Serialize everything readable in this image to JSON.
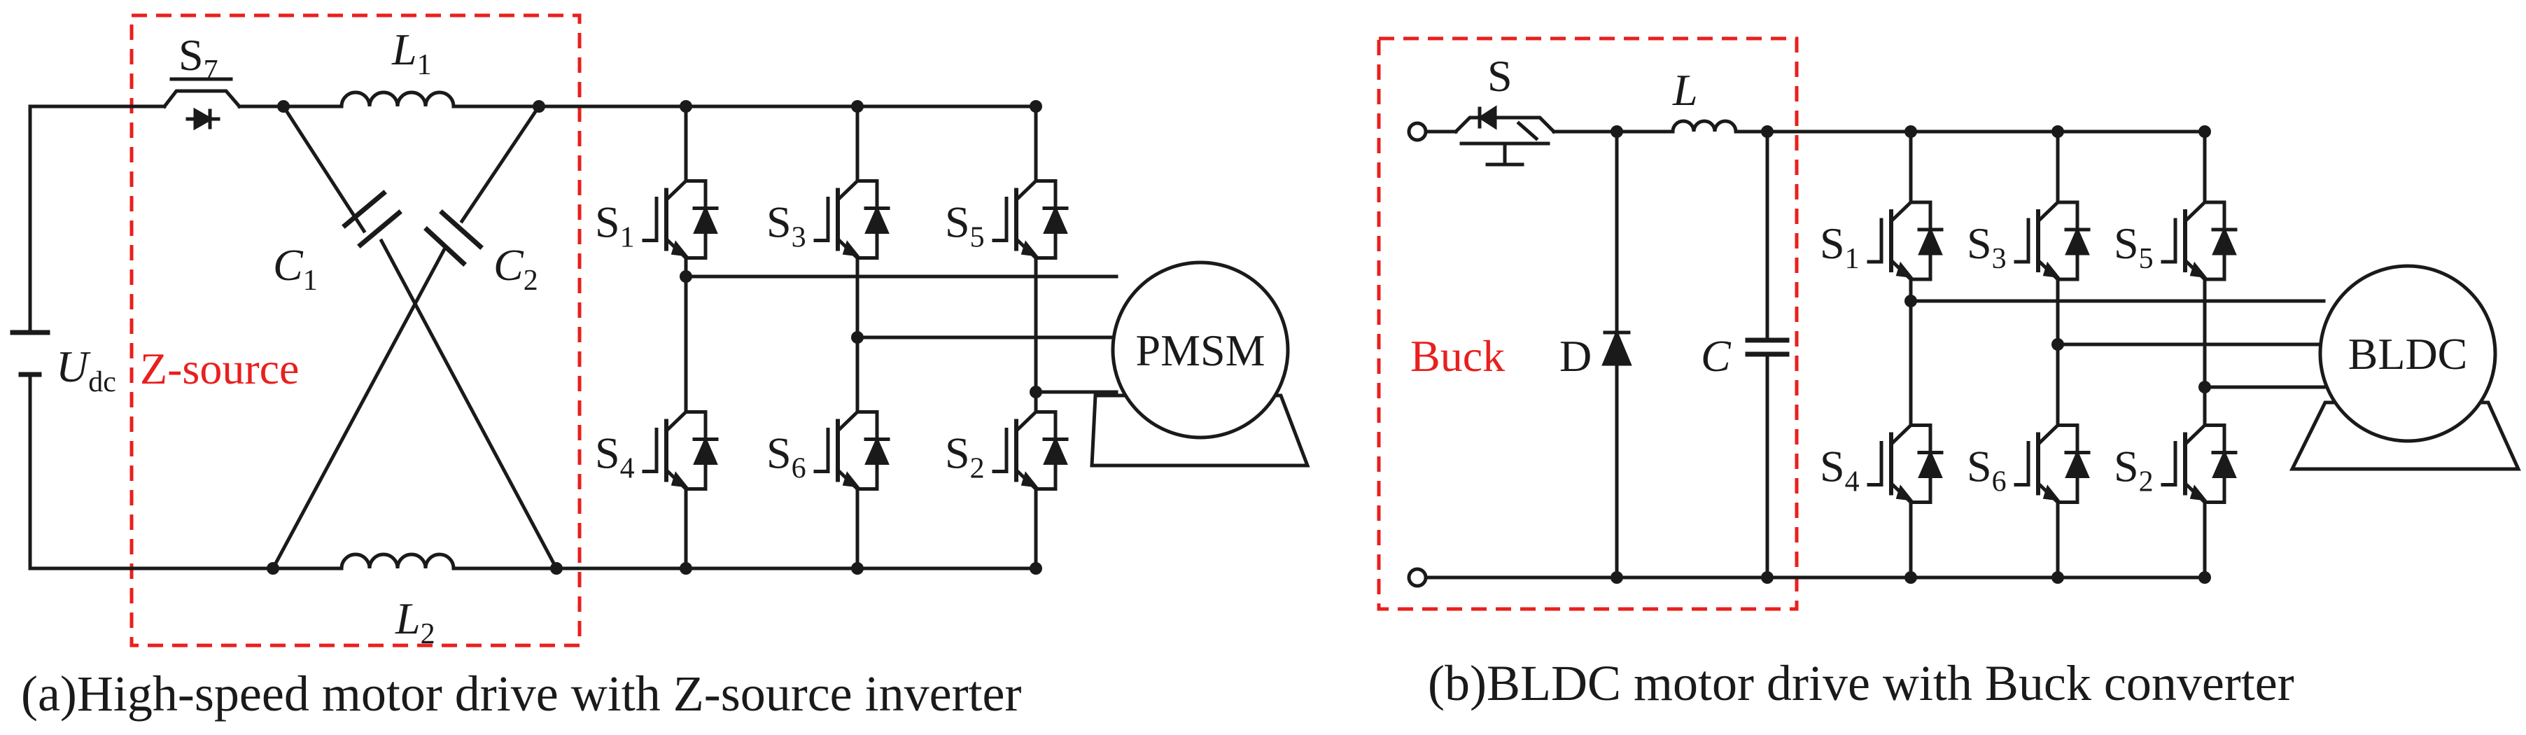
{
  "panel_a": {
    "caption": "(a)High-speed motor drive with Z-source inverter",
    "block_label": "Z-source",
    "motor_label": "PMSM",
    "source": {
      "main": "U",
      "sub": "dc"
    },
    "series_switch": {
      "main": "S",
      "sub": "7"
    },
    "inductor_top": {
      "main": "L",
      "sub": "1"
    },
    "inductor_bottom": {
      "main": "L",
      "sub": "2"
    },
    "capacitor_left": {
      "main": "C",
      "sub": "1"
    },
    "capacitor_right": {
      "main": "C",
      "sub": "2"
    },
    "switches": [
      {
        "main": "S",
        "sub": "1"
      },
      {
        "main": "S",
        "sub": "3"
      },
      {
        "main": "S",
        "sub": "5"
      },
      {
        "main": "S",
        "sub": "4"
      },
      {
        "main": "S",
        "sub": "6"
      },
      {
        "main": "S",
        "sub": "2"
      }
    ]
  },
  "panel_b": {
    "caption": "(b)BLDC motor drive with Buck converter",
    "block_label": "Buck",
    "motor_label": "BLDC",
    "buck_switch": "S",
    "inductor": "L",
    "diode": "D",
    "capacitor": "C",
    "switches": [
      {
        "main": "S",
        "sub": "1"
      },
      {
        "main": "S",
        "sub": "3"
      },
      {
        "main": "S",
        "sub": "5"
      },
      {
        "main": "S",
        "sub": "4"
      },
      {
        "main": "S",
        "sub": "6"
      },
      {
        "main": "S",
        "sub": "2"
      }
    ]
  },
  "colors": {
    "wire": "#1a1a1a",
    "highlight": "#e8201e",
    "background": "#ffffff"
  }
}
